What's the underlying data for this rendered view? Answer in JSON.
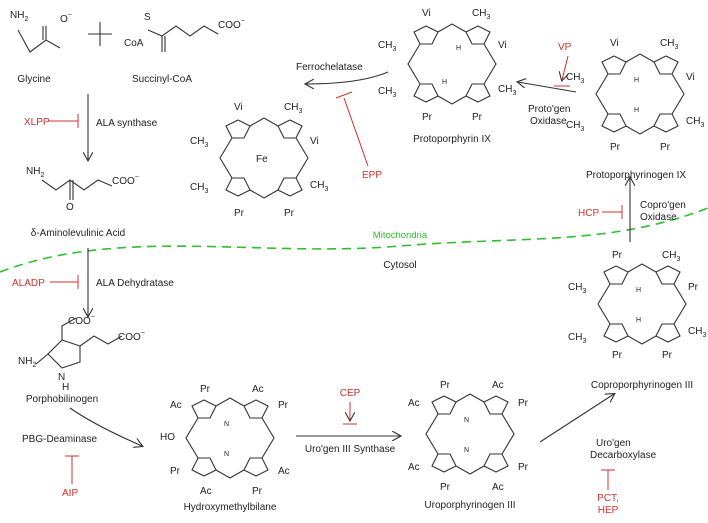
{
  "compounds": {
    "glycine": "Glycine",
    "succinyl_coa": "Succinyl-CoA",
    "ala": "δ-Aminolevulinic Acid",
    "porphobilinogen": "Porphobilinogen",
    "hydroxymethylbilane": "Hydroxymethylbilane",
    "uroporphyrinogen": "Uroporphyrinogen III",
    "coproporphyrinogen": "Coproporphyrinogen III",
    "protoporphyrinogen": "Protoporphyrinogen IX",
    "protoporphyrin": "Protoporphyrin IX"
  },
  "enzymes": {
    "ala_synthase": "ALA synthase",
    "ala_dehydratase": "ALA Dehydratase",
    "pbg_deaminase": "PBG-Deaminase",
    "urogen_synthase": "Uro'gen III Synthase",
    "urogen_decarboxylase_1": "Uro'gen",
    "urogen_decarboxylase_2": "Decarboxylase",
    "coprogen_oxidase_1": "Copro'gen",
    "coprogen_oxidase_2": "Oxidase",
    "protogen_oxidase_1": "Proto'gen",
    "protogen_oxidase_2": "Oxidase",
    "ferrochelatase": "Ferrochelatase"
  },
  "disorders": {
    "xlpp": "XLPP",
    "aladp": "ALADP",
    "aip": "AIP",
    "cep": "CEP",
    "pct_1": "PCT,",
    "pct_2": "HEP",
    "hcp": "HCP",
    "vp": "VP",
    "epp": "EPP"
  },
  "compartments": {
    "mitochondria": "Mitochondria",
    "cytosol": "Cytosol"
  },
  "atoms": {
    "nh2": "NH",
    "two": "2",
    "o_minus": "O",
    "minus": "−",
    "coo": "COO",
    "coa": "CoA",
    "s": "S",
    "o": "O",
    "n": "N",
    "h": "H",
    "fe": "Fe",
    "ho": "HO",
    "vi": "Vi",
    "ch": "CH",
    "three": "3",
    "pr": "Pr",
    "ac": "Ac"
  },
  "colors": {
    "disorder": "#d0312d",
    "membrane": "#2fbf2f",
    "line": "#333333"
  }
}
